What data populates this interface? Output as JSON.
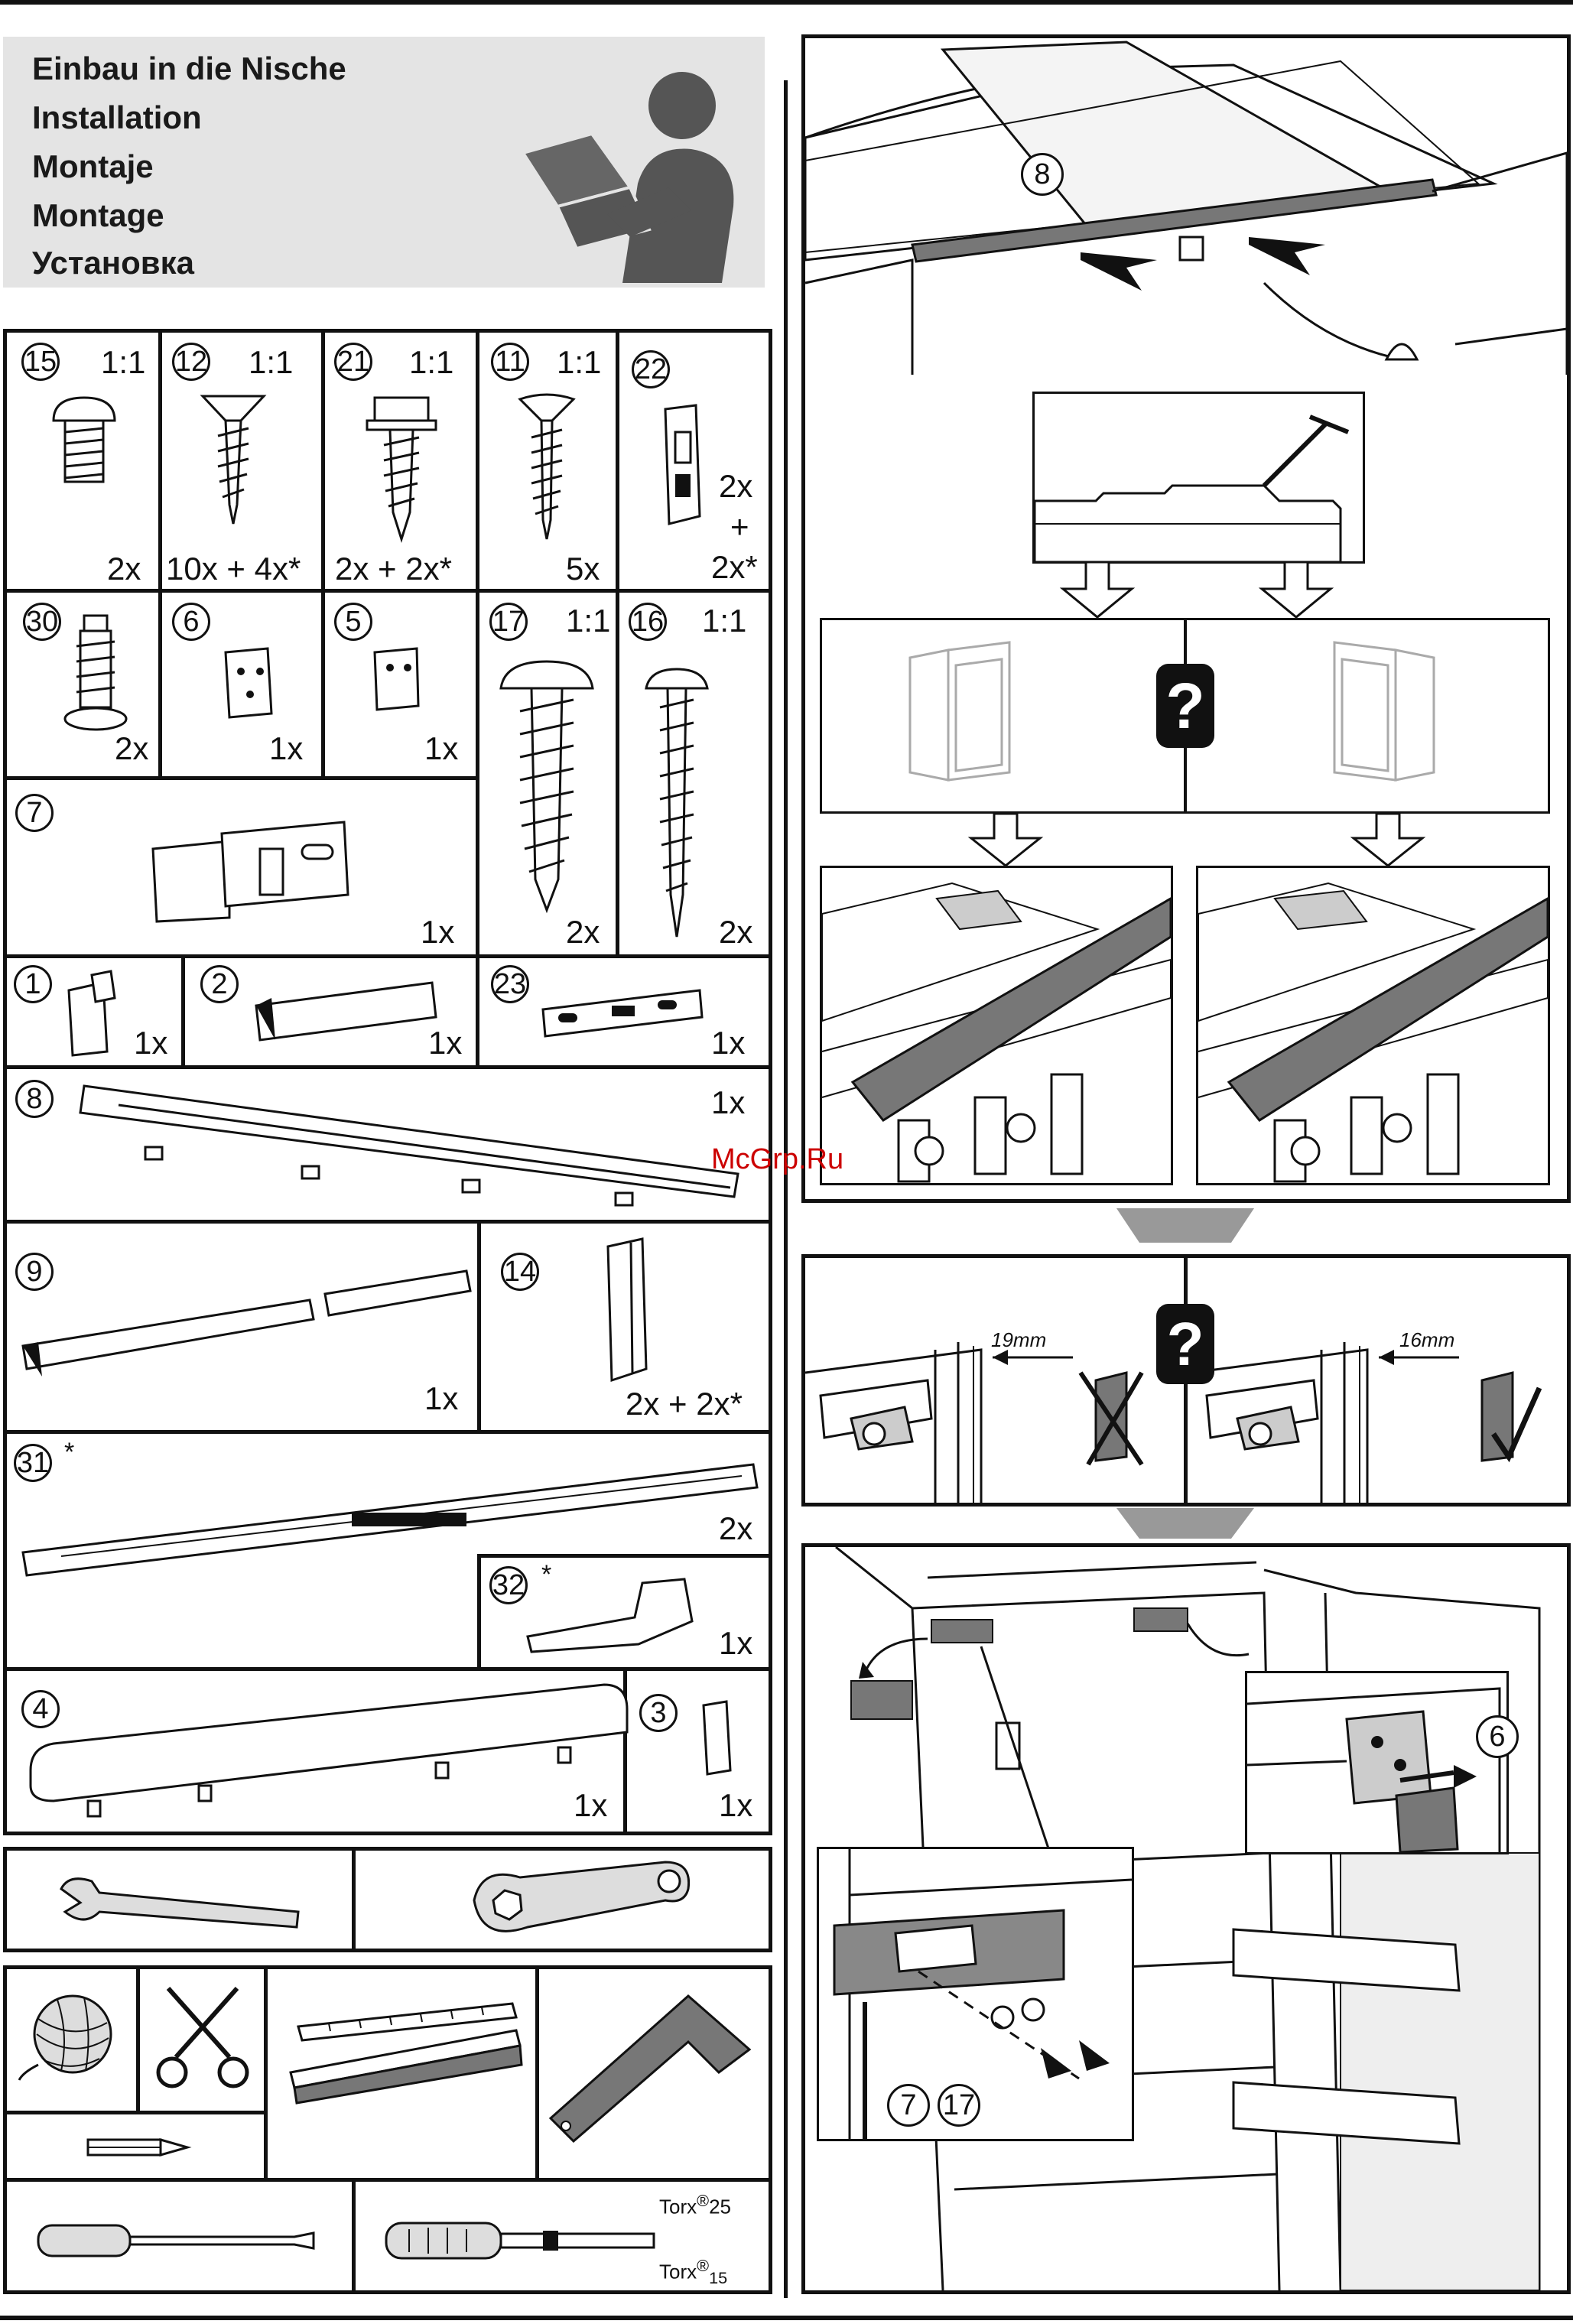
{
  "header": {
    "titles": [
      "Einbau in die Nische",
      "Installation",
      "Montaje",
      "Montage",
      "Установка"
    ]
  },
  "parts": [
    {
      "num": "15",
      "scale": "1:1",
      "qty": "2x"
    },
    {
      "num": "12",
      "scale": "1:1",
      "qty": "10x + 4x*"
    },
    {
      "num": "21",
      "scale": "1:1",
      "qty": "2x + 2x*"
    },
    {
      "num": "11",
      "scale": "1:1",
      "qty": "5x"
    },
    {
      "num": "22",
      "scale": "",
      "qty_lines": [
        "2x",
        "+",
        "2x*"
      ]
    },
    {
      "num": "30",
      "scale": "",
      "qty": "2x"
    },
    {
      "num": "6",
      "scale": "",
      "qty": "1x"
    },
    {
      "num": "5",
      "scale": "",
      "qty": "1x"
    },
    {
      "num": "17",
      "scale": "1:1",
      "qty": "2x"
    },
    {
      "num": "16",
      "scale": "1:1",
      "qty": "2x"
    },
    {
      "num": "7",
      "scale": "",
      "qty": "1x"
    },
    {
      "num": "1",
      "scale": "",
      "qty": "1x"
    },
    {
      "num": "2",
      "scale": "",
      "qty": "1x"
    },
    {
      "num": "23",
      "scale": "",
      "qty": "1x"
    },
    {
      "num": "8",
      "scale": "",
      "qty": "1x"
    },
    {
      "num": "9",
      "scale": "",
      "qty": "1x"
    },
    {
      "num": "14",
      "scale": "",
      "qty": "2x + 2x*"
    },
    {
      "num": "31",
      "star": "*",
      "qty": "2x"
    },
    {
      "num": "32",
      "star": "*",
      "qty": "1x"
    },
    {
      "num": "4",
      "scale": "",
      "qty": "1x"
    },
    {
      "num": "3",
      "scale": "",
      "qty": "1x"
    }
  ],
  "tools": {
    "torx_top": "Torx",
    "torx_top_num": "25",
    "torx_bottom": "Torx",
    "torx_bottom_num": "15",
    "reg": "®"
  },
  "right": {
    "step1_part": "8",
    "question": "?",
    "dim_left": "19mm",
    "dim_right": "16mm",
    "step3_part_right": "6",
    "step3_part_a": "7",
    "step3_part_b": "17",
    "watermark": "McGrp.Ru"
  }
}
